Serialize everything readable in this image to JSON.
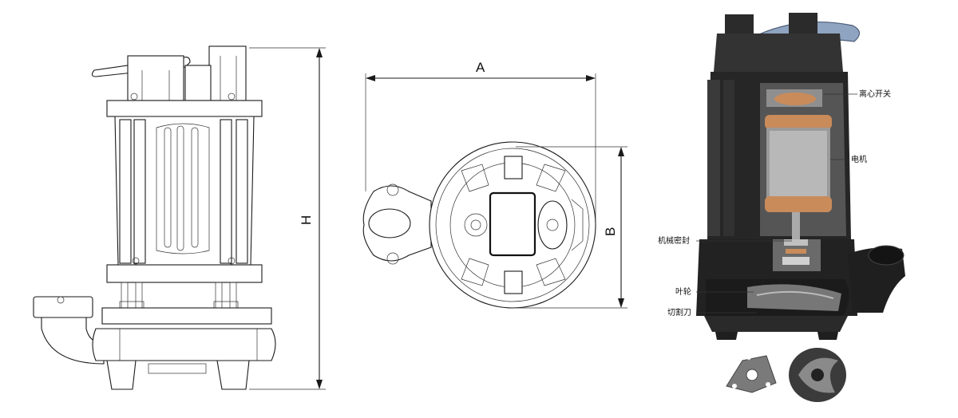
{
  "dimensions": {
    "height_label": "H",
    "width_label": "A",
    "depth_label": "B"
  },
  "callouts": [
    {
      "id": "centrifugal-switch",
      "label": "离心开关"
    },
    {
      "id": "motor",
      "label": "电机"
    },
    {
      "id": "mechanical-seal",
      "label": "机械密封"
    },
    {
      "id": "impeller",
      "label": "叶轮"
    },
    {
      "id": "cutter",
      "label": "切割刀"
    }
  ],
  "colors": {
    "line": "#1a1a1a",
    "pump_body": "#2b2b2b",
    "motor_copper": "#c98b5a",
    "handle_steel": "#8fa4c0"
  }
}
